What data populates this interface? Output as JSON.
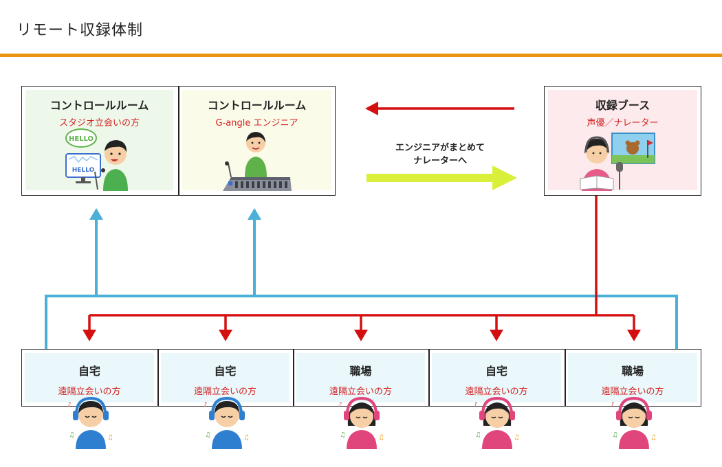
{
  "title": "リモート収録体制",
  "control_rooms": [
    {
      "heading": "コントロールルーム",
      "sub": "スタジオ立会いの方"
    },
    {
      "heading": "コントロールルーム",
      "sub": "G-angle エンジニア"
    }
  ],
  "booth": {
    "heading": "収録ブース",
    "sub": "声優／ナレーター"
  },
  "middle_text": {
    "line1": "エンジニアがまとめて",
    "line2": "ナレーターへ"
  },
  "hello_bubble": "HELLO",
  "hello_screen": "HELLO",
  "remote_sites": [
    {
      "heading": "自宅",
      "sub": "遠隔立会いの方"
    },
    {
      "heading": "自宅",
      "sub": "遠隔立会いの方"
    },
    {
      "heading": "職場",
      "sub": "遠隔立会いの方"
    },
    {
      "heading": "自宅",
      "sub": "遠隔立会いの方"
    },
    {
      "heading": "職場",
      "sub": "遠隔立会いの方"
    }
  ],
  "colors": {
    "accent_rule": "#e8950f",
    "red_line": "#d40f0f",
    "blue_line": "#4ab0d8",
    "green_arrow": "#d9ef3a",
    "control_bg_1": "#eef8ea",
    "control_bg_2": "#fbfbea",
    "booth_bg": "#fdeaec",
    "site_bg": "#eaf8fb"
  }
}
